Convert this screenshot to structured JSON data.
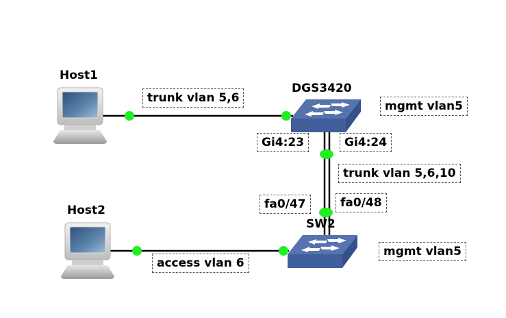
{
  "diagram": {
    "nodes": {
      "host1": {
        "label": "Host1",
        "type": "workstation"
      },
      "host2": {
        "label": "Host2",
        "type": "workstation"
      },
      "dgs3420": {
        "label": "DGS3420",
        "type": "switch"
      },
      "sw2": {
        "label": "SW2",
        "type": "switch"
      }
    },
    "links": [
      {
        "from": "host1",
        "to": "dgs3420",
        "label": "trunk vlan 5,6"
      },
      {
        "from": "dgs3420",
        "to": "sw2",
        "label": "trunk vlan 5,6,10",
        "ports": [
          "Gi4:23",
          "Gi4:24",
          "fa0/47",
          "fa0/48"
        ]
      },
      {
        "from": "host2",
        "to": "sw2",
        "label": "access vlan 6"
      }
    ],
    "notes": {
      "host1_link": "trunk vlan 5,6",
      "dgs_mgmt": "mgmt vlan5",
      "gi423": "Gi4:23",
      "gi424": "Gi4:24",
      "trunk_uplink": "trunk vlan 5,6,10",
      "fa047": "fa0/47",
      "fa048": "fa0/48",
      "sw2_mgmt": "mgmt vlan5",
      "host2_link": "access vlan 6"
    },
    "colors": {
      "link": "#000000",
      "endpoint": "#22ee22",
      "switch_top": "#4f6fa8",
      "switch_front": "#3f5e9a",
      "note_border": "#555555"
    }
  }
}
